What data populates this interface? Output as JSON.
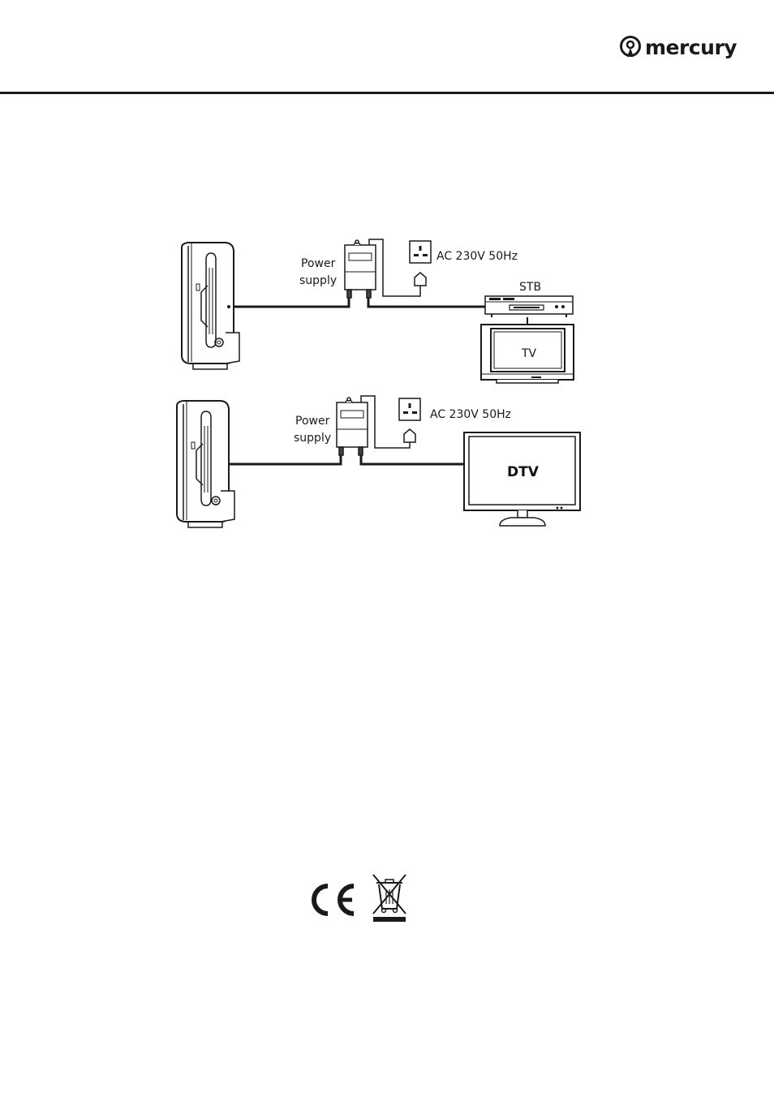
{
  "brand": {
    "name": "mercury"
  },
  "diagram_top": {
    "power_label_line1": "Power",
    "power_label_line2": "supply",
    "mains_label": "AC 230V 50Hz",
    "stb_label": "STB",
    "tv_label": "TV"
  },
  "diagram_bottom": {
    "power_label_line1": "Power",
    "power_label_line2": "supply",
    "mains_label": "AC 230V 50Hz",
    "dtv_label": "DTV"
  },
  "icons": [
    "mercury-logo-icon",
    "ce-mark-icon",
    "weee-crossed-bin-icon"
  ]
}
